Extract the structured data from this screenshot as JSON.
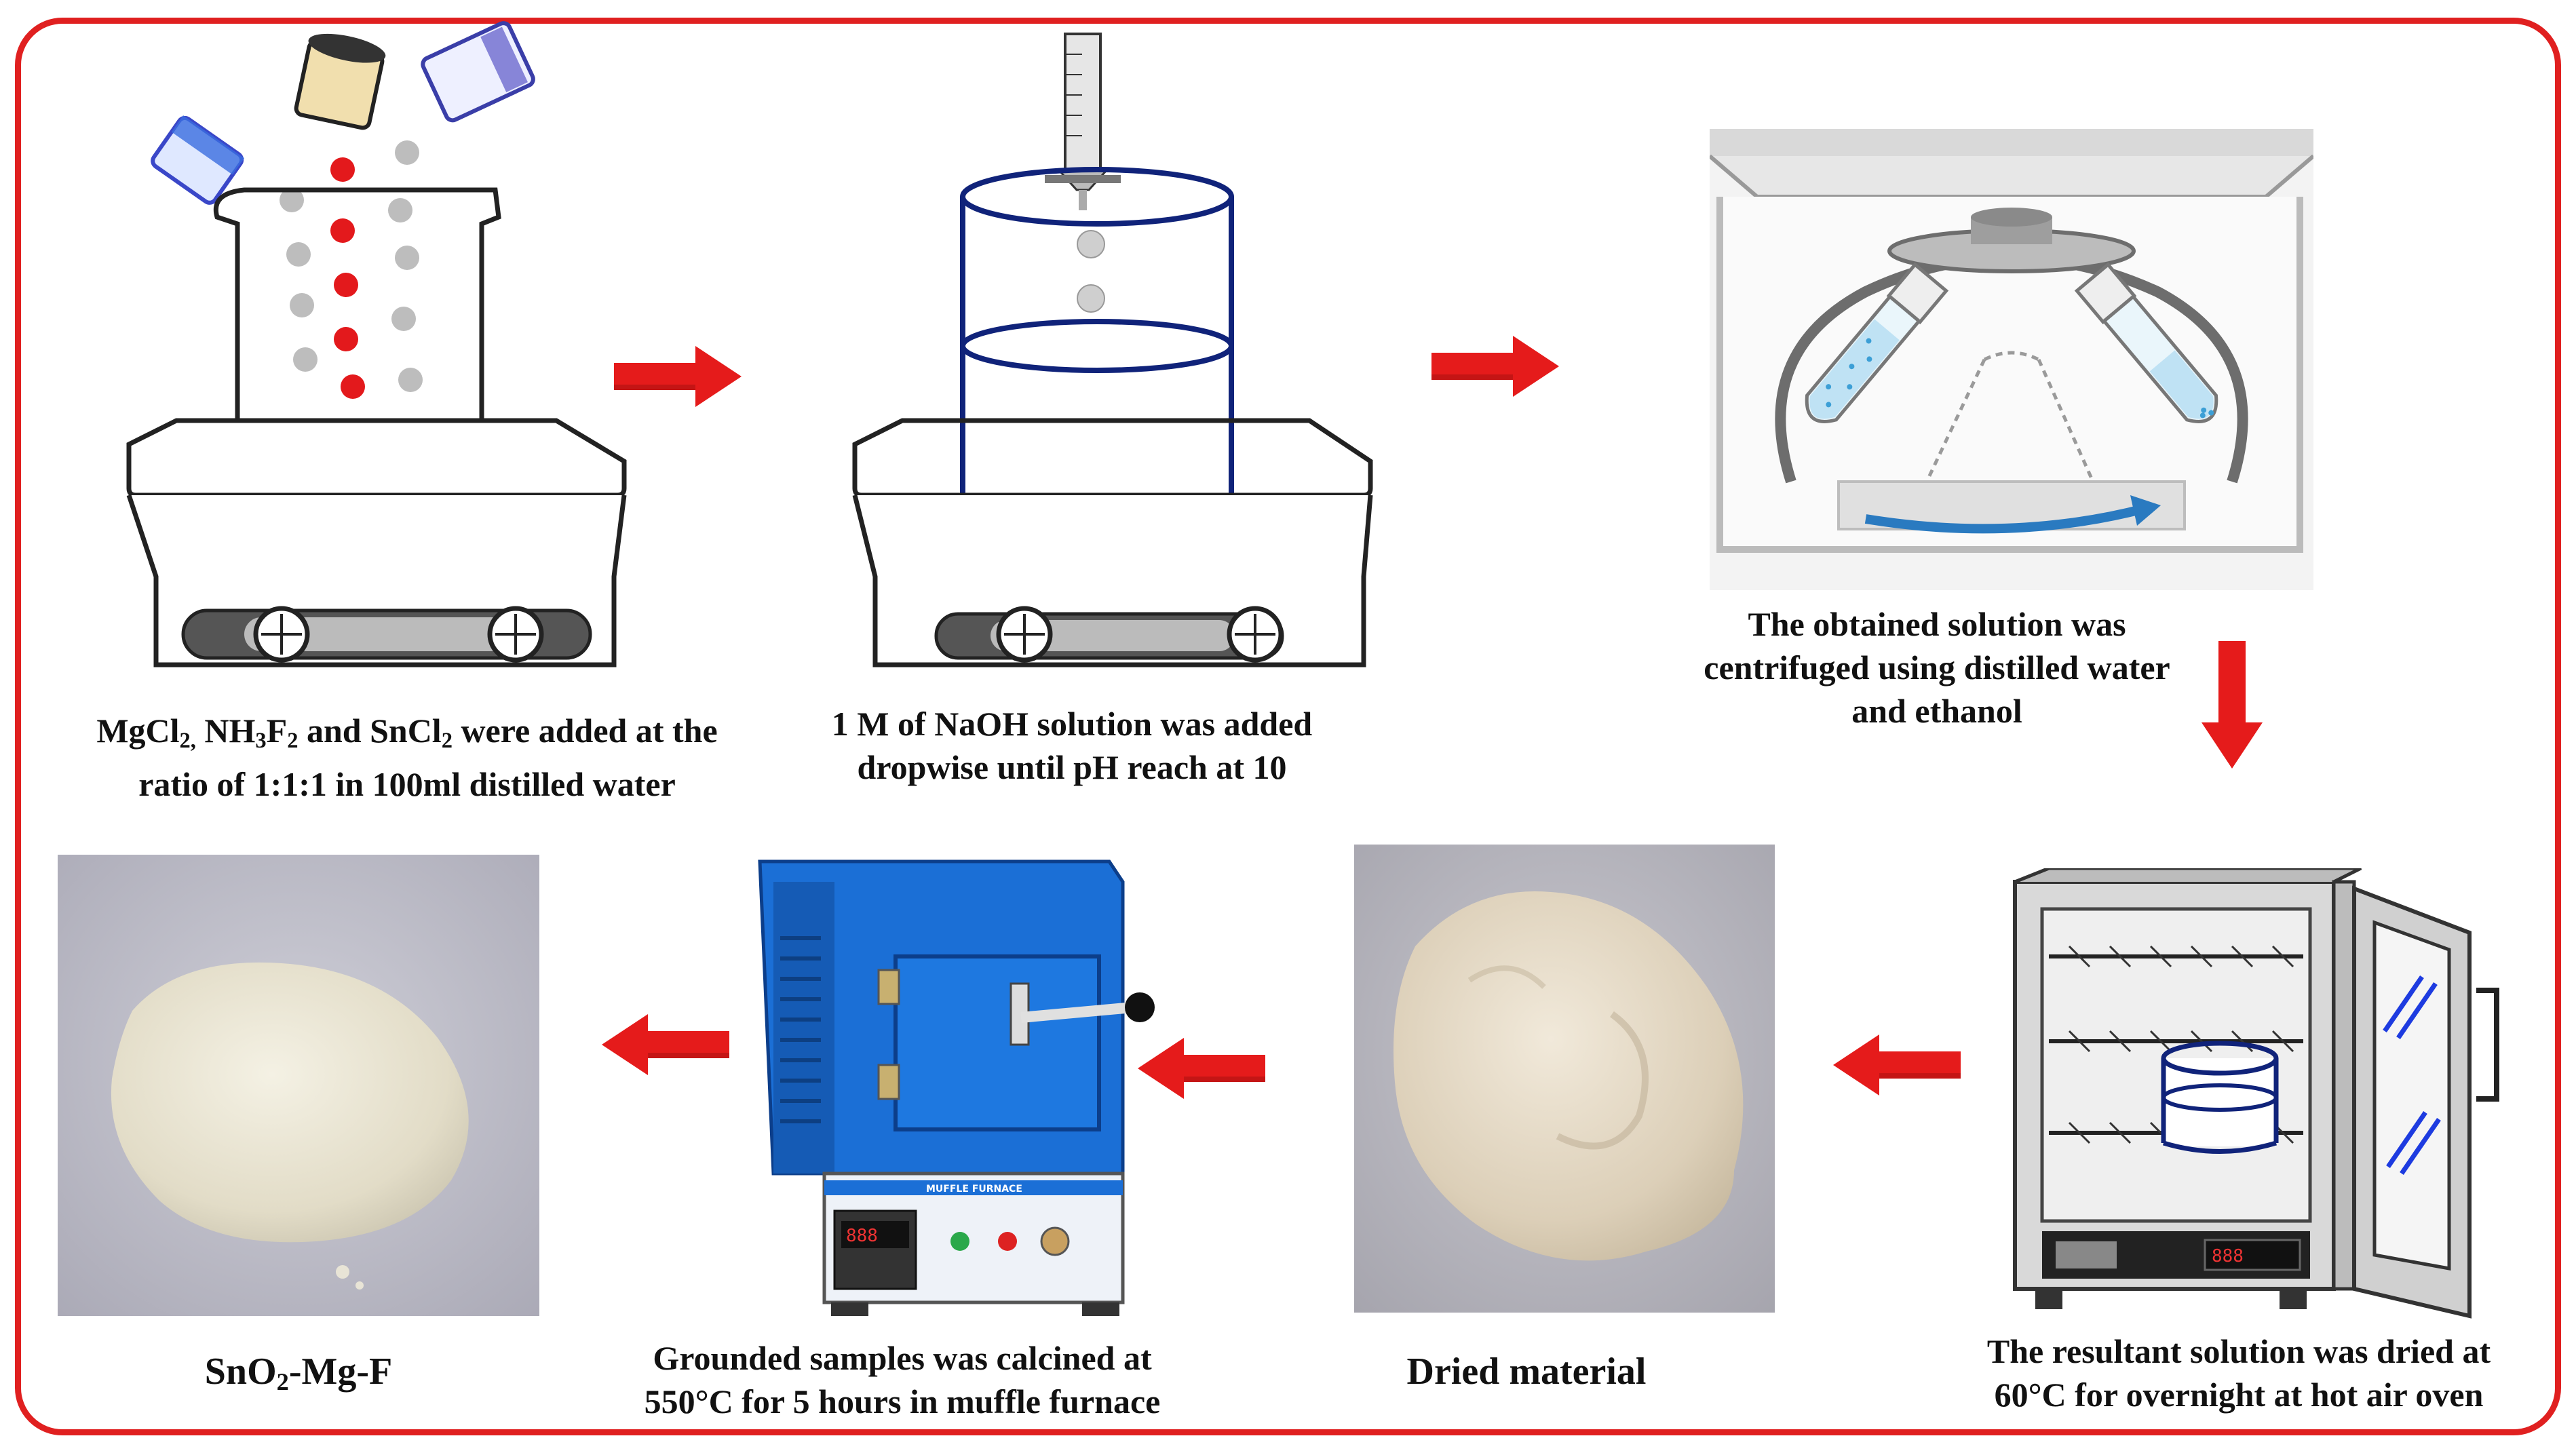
{
  "colors": {
    "frame": "#e02020",
    "arrow": "#e51b1b",
    "red_ball": "#e3191c",
    "solution_blue": "#bfe2f4",
    "furnace_blue": "#1b6fd6",
    "powder": "#e8e0cf",
    "powder_bg": "#a7a5b0"
  },
  "steps": [
    {
      "id": "step-1",
      "caption_lines": [
        "MgCl<sub>2,</sub> NH<sub>3</sub>F<sub>2</sub> and SnCl<sub>2</sub> were added at the",
        "ratio of 1:1:1 in 100ml distilled water"
      ],
      "icon": "beaker-on-hotplate-icon"
    },
    {
      "id": "step-2",
      "caption_lines": [
        "1 M of NaOH solution was added",
        "dropwise until pH reach at 10"
      ],
      "icon": "burette-beaker-hotplate-icon"
    },
    {
      "id": "step-3",
      "caption_lines": [
        "The obtained solution was",
        "centrifuged using distilled water",
        "and ethanol"
      ],
      "icon": "centrifuge-icon"
    },
    {
      "id": "step-4",
      "caption_lines": [
        "The resultant solution was dried at",
        "60°C for overnight at hot air oven"
      ],
      "icon": "hot-air-oven-icon"
    },
    {
      "id": "step-5",
      "caption_lines": [
        "Dried material"
      ],
      "icon": "dried-powder-photo"
    },
    {
      "id": "step-6",
      "caption_lines": [
        "Grounded samples was calcined at",
        "550°C for 5 hours in muffle furnace"
      ],
      "icon": "muffle-furnace-icon",
      "device_label": "MUFFLE FURNACE"
    },
    {
      "id": "step-7",
      "caption_lines": [
        "SnO<sub>2</sub>-Mg-F"
      ],
      "icon": "final-powder-photo"
    }
  ]
}
